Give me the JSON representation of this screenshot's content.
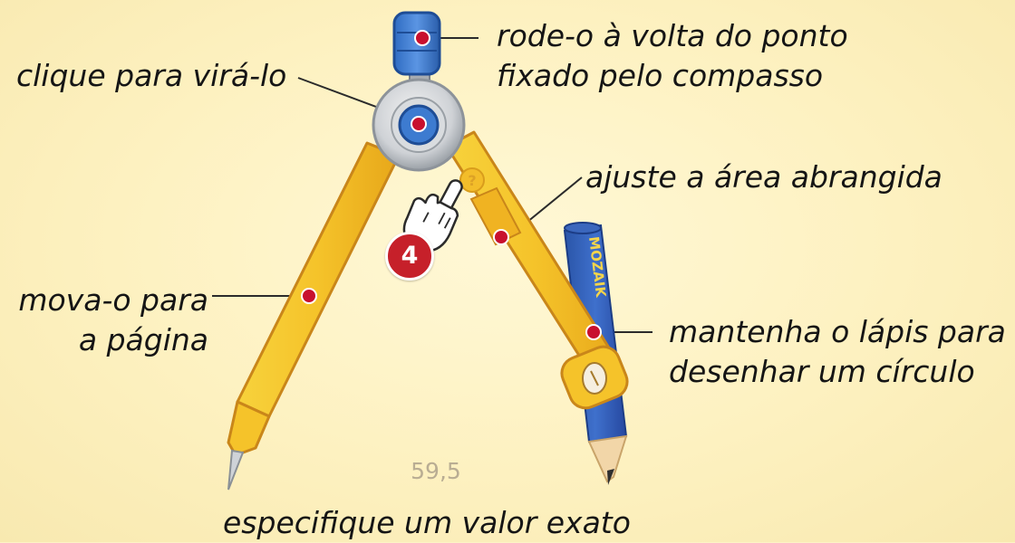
{
  "callouts": {
    "rotate": "rode-o à volta do ponto\nfixado pelo compasso",
    "flip": "clique para virá-lo",
    "adjust_range": "ajuste a área abrangida",
    "move": "mova-o para\na página",
    "hold_pencil": "mantenha o lápis para\ndesenhar um círculo",
    "exact_value": "especifique um valor exato"
  },
  "readout": {
    "value": "59,5"
  },
  "step": {
    "number": "4"
  },
  "pencil": {
    "brand": "MOZAIK"
  },
  "help_glyph": "?",
  "colors": {
    "background": "#fdf3c6",
    "compass_yellow": "#f6c430",
    "hotspot_red": "#c8102e",
    "pencil_blue": "#2f5fb8",
    "knob_blue": "#3d7bd0",
    "badge_red": "#c6202a",
    "readout_text": "#b9ad93"
  },
  "icons": [
    "pointing-hand-icon",
    "help-icon",
    "pencil-shavings-icon"
  ]
}
